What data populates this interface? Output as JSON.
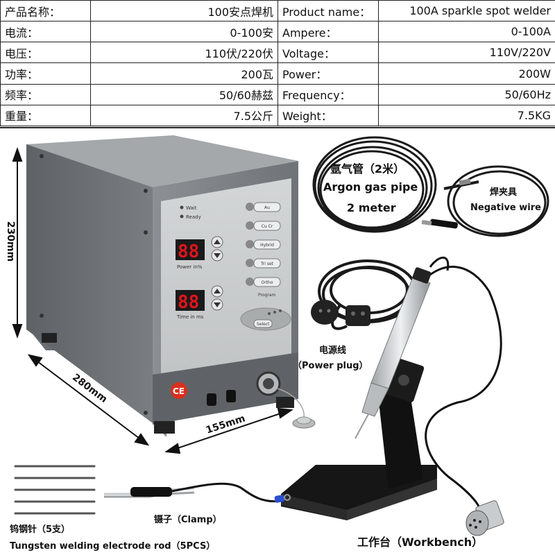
{
  "spec_rows": [
    {
      "cn_label": "产品名称：",
      "cn_value": "100安点焊机",
      "en_label": "Product name：",
      "en_value": "100A sparkle spot welder"
    },
    {
      "cn_label": "电流：",
      "cn_value": "0-100安",
      "en_label": "Ampere：",
      "en_value": "0-100A"
    },
    {
      "cn_label": "电压：",
      "cn_value": "110伏/220伏",
      "en_label": "Voltage：",
      "en_value": "110V/220V"
    },
    {
      "cn_label": "功率：",
      "cn_value": "200瓦",
      "en_label": "Power：",
      "en_value": "200W"
    },
    {
      "cn_label": "频率：",
      "cn_value": "50/60赫兹",
      "en_label": "Frequency：",
      "en_value": "50/60Hz"
    },
    {
      "cn_label": "重量：",
      "cn_value": "7.5公斤",
      "en_label": "Weight：",
      "en_value": "7.5KG"
    }
  ],
  "dimensions": {
    "height": "230mm",
    "depth": "280mm",
    "width": "155mm"
  },
  "panel": {
    "wait": "Wait",
    "ready": "Ready",
    "display1": "88",
    "display1_label": "Power in%",
    "display2": "88",
    "display2_label": "Time in ms",
    "mode_buttons": [
      "Au",
      "Cu Cr",
      "Hybrid",
      "Tri set",
      "Ortho"
    ],
    "program_label": "Program",
    "select_label": "Select",
    "ce_mark": "CE"
  },
  "accessories": {
    "argon_cn": "氩气管（2米）",
    "argon_en1": "Argon gas pipe",
    "argon_en2": "2 meter",
    "neg_cn": "焊夹具",
    "neg_en": "Negative wire",
    "power_cn": "电源线",
    "power_en": "（Power plug）",
    "clamp": "镊子（Clamp）",
    "rod_cn": "钨钢针（5支）",
    "rod_en": "Tungsten welding electrode rod（5PCS）",
    "workbench": "工作台（Workbench）"
  },
  "colors": {
    "case": "#7d8185",
    "panel": "#c9cccd",
    "led": "#e0141c",
    "ce": "#d9301c"
  }
}
